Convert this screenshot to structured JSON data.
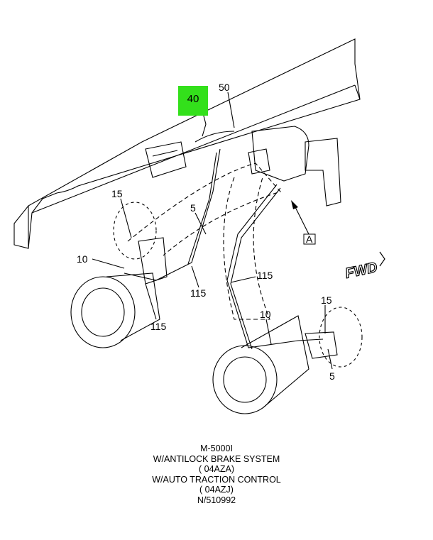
{
  "callouts": {
    "highlighted": "40",
    "c50": "50",
    "c15_left": "15",
    "c5_left": "5",
    "c10_left": "10",
    "c115_mid": "115",
    "c115_low": "115",
    "c115_right": "115",
    "c10_right": "10",
    "c15_right": "15",
    "c5_right": "5",
    "view_a": "A",
    "fwd": "FWD"
  },
  "caption": {
    "line1": "M-5000I",
    "line2": "W/ANTILOCK BRAKE SYSTEM",
    "line3": "( 04AZA)",
    "line4": "W/AUTO TRACTION CONTROL",
    "line5": "( 04AZJ)",
    "line6": "N/510992"
  },
  "colors": {
    "highlight": "#33e01b",
    "line": "#000000"
  }
}
